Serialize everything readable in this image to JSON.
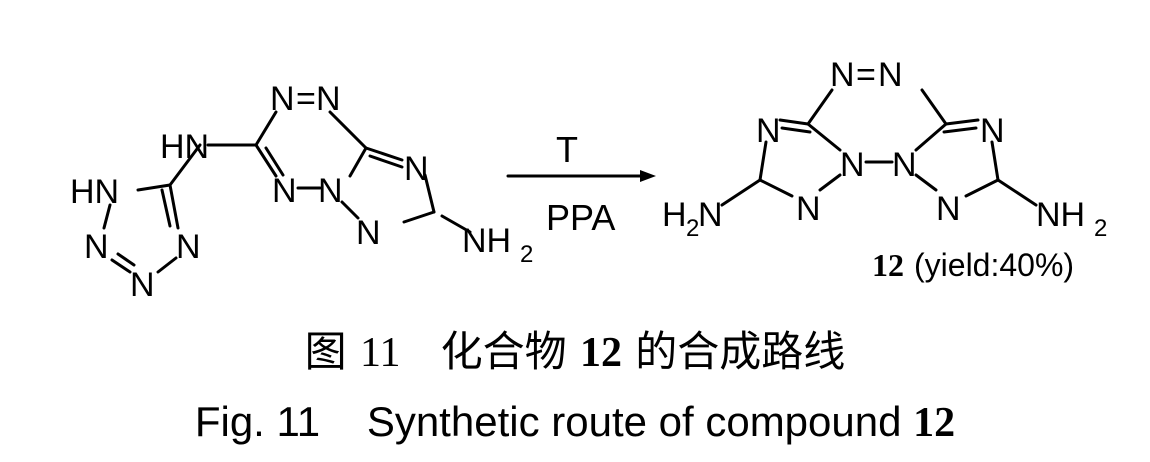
{
  "reactant": {
    "atoms": {
      "hn_linker": "HN",
      "tetrazole_nh": "HN",
      "tz_n_left": "N",
      "tz_n_right": "N",
      "tz_n_bottom": "N",
      "tetrazine_n1": "N",
      "tetrazine_eq": "=",
      "tetrazine_n2": "N",
      "tetrazine_n3": "N",
      "tetrazine_n4": "N",
      "triazole_n_right": "N",
      "triazole_n_bottom": "N",
      "amine": "NH",
      "amine_sub": "2"
    }
  },
  "reaction": {
    "condition_top": "T",
    "condition_bottom": "PPA"
  },
  "product": {
    "atoms": {
      "top_n1": "N",
      "top_eq": "=",
      "top_n2": "N",
      "left_tri_n": "N",
      "left_tri_n_bottom": "N",
      "bridge_n1": "N",
      "bridge_n2": "N",
      "right_tri_n": "N",
      "right_tri_n_bottom": "N",
      "amine_left": "H",
      "amine_left_sub": "2",
      "amine_left_n": "N",
      "amine_right": "NH",
      "amine_right_sub": "2"
    },
    "label": "12",
    "yield": "(yield:40%)"
  },
  "caption": {
    "cn_fig": "图",
    "cn_num": "11",
    "cn_text": "化合物",
    "cn_cpd": "12",
    "cn_tail": "的合成路线",
    "en_fig": "Fig. 11",
    "en_text": "Synthetic route of compound",
    "en_cpd": "12"
  }
}
